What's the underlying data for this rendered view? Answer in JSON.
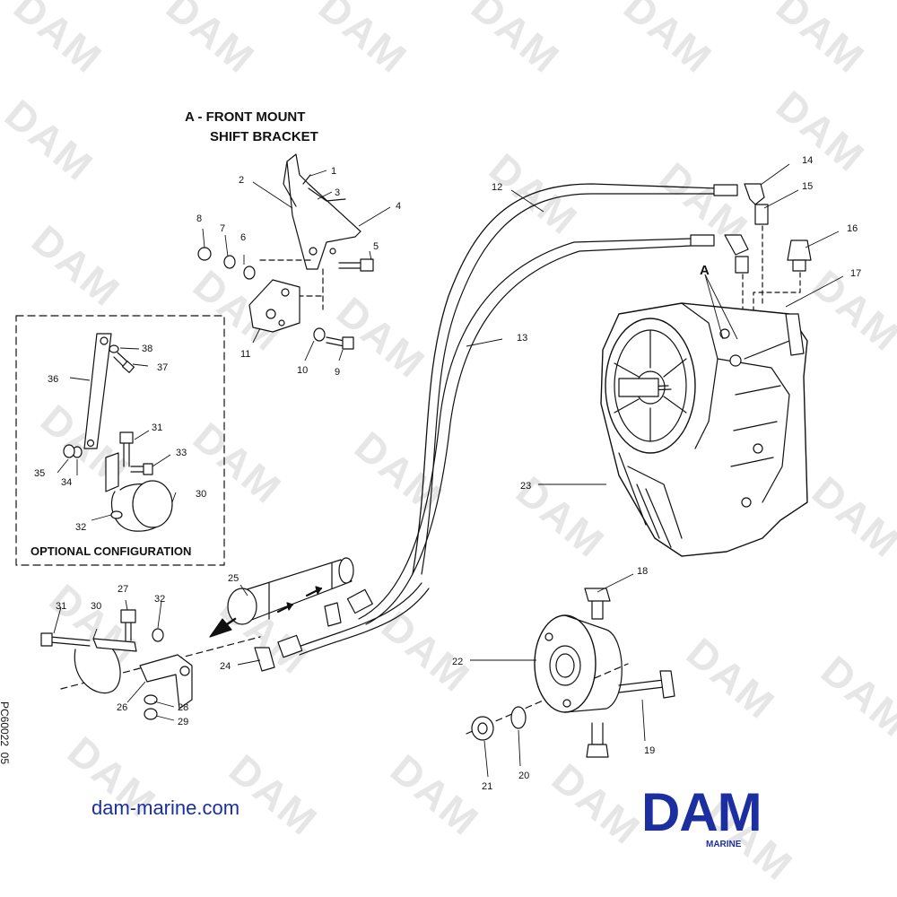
{
  "watermark": {
    "text": "DAM",
    "color": "#e6e6e6"
  },
  "header": {
    "title_line1": "A - FRONT MOUNT",
    "title_line2": "SHIFT BRACKET"
  },
  "optional_box": {
    "label": "OPTIONAL CONFIGURATION"
  },
  "detail_marker": "A",
  "doc_code": "PC60022_05",
  "footer": {
    "website": "dam-marine.com",
    "logo_text": "DAM",
    "logo_subtext": "MARINE",
    "brand_color": "#1b2fa0"
  },
  "callouts": [
    "1",
    "2",
    "3",
    "4",
    "5",
    "6",
    "7",
    "8",
    "9",
    "10",
    "11",
    "12",
    "13",
    "14",
    "15",
    "16",
    "17",
    "18",
    "19",
    "20",
    "21",
    "22",
    "23",
    "24",
    "25",
    "26",
    "27",
    "28",
    "29",
    "30",
    "31",
    "32",
    "33",
    "34",
    "35",
    "36",
    "37",
    "38",
    "30",
    "31",
    "32"
  ]
}
